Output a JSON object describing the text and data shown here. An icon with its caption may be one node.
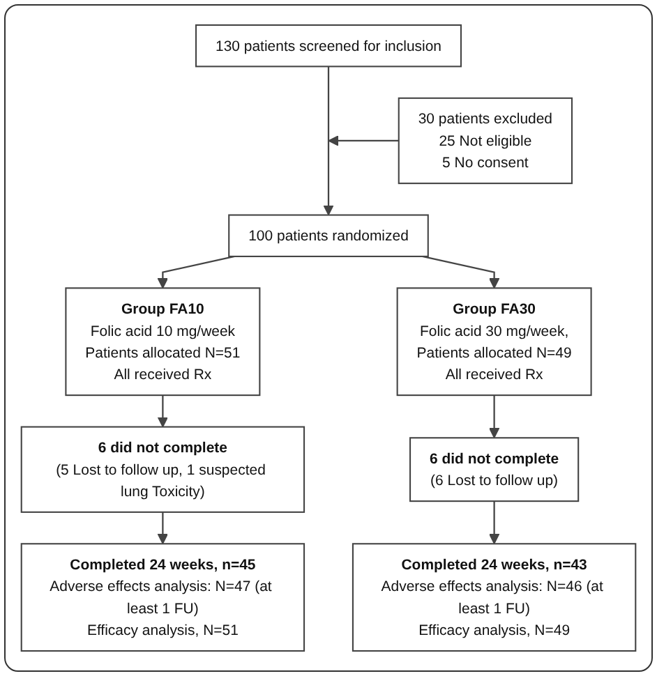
{
  "diagram": {
    "nodes": [
      {
        "text": [
          "130 patients screened for inclusion"
        ]
      },
      {
        "text": [
          "30 patients excluded",
          "25 Not eligible",
          "5 No consent"
        ]
      },
      {
        "text": [
          "100 patients randomized"
        ]
      },
      {
        "text": [
          "Group FA10",
          "Folic acid 10 mg/week",
          "Patients allocated N=51",
          "All received Rx"
        ]
      },
      {
        "text": [
          "Group FA30",
          "Folic acid 30 mg/week,",
          "Patients allocated N=49",
          "All received Rx"
        ]
      },
      {
        "text": [
          "6 did not complete",
          "(5 Lost to follow up, 1 suspected lung Toxicity)"
        ]
      },
      {
        "text": [
          "6 did not complete",
          "(6 Lost to follow up)"
        ]
      },
      {
        "text": [
          "Completed 24 weeks, n=45",
          "Adverse effects analysis: N=47 (at least 1 FU)",
          "Efficacy analysis, N=51"
        ]
      },
      {
        "text": [
          "Completed 24 weeks, n=43",
          "Adverse effects analysis: N=46 (at least 1 FU)",
          "Efficacy analysis, N=49"
        ]
      }
    ],
    "edges": [
      {
        "from": 0,
        "to": 2,
        "arrow": "to"
      },
      {
        "from": 1,
        "to": null,
        "arrow": "to"
      },
      {
        "from": 2,
        "to": 3,
        "arrow": "to"
      },
      {
        "from": 2,
        "to": 4,
        "arrow": "to"
      },
      {
        "from": 3,
        "to": 5,
        "arrow": "to"
      },
      {
        "from": 4,
        "to": 6,
        "arrow": "to"
      },
      {
        "from": 5,
        "to": 7,
        "arrow": "to"
      },
      {
        "from": 6,
        "to": 8,
        "arrow": "to"
      }
    ]
  }
}
